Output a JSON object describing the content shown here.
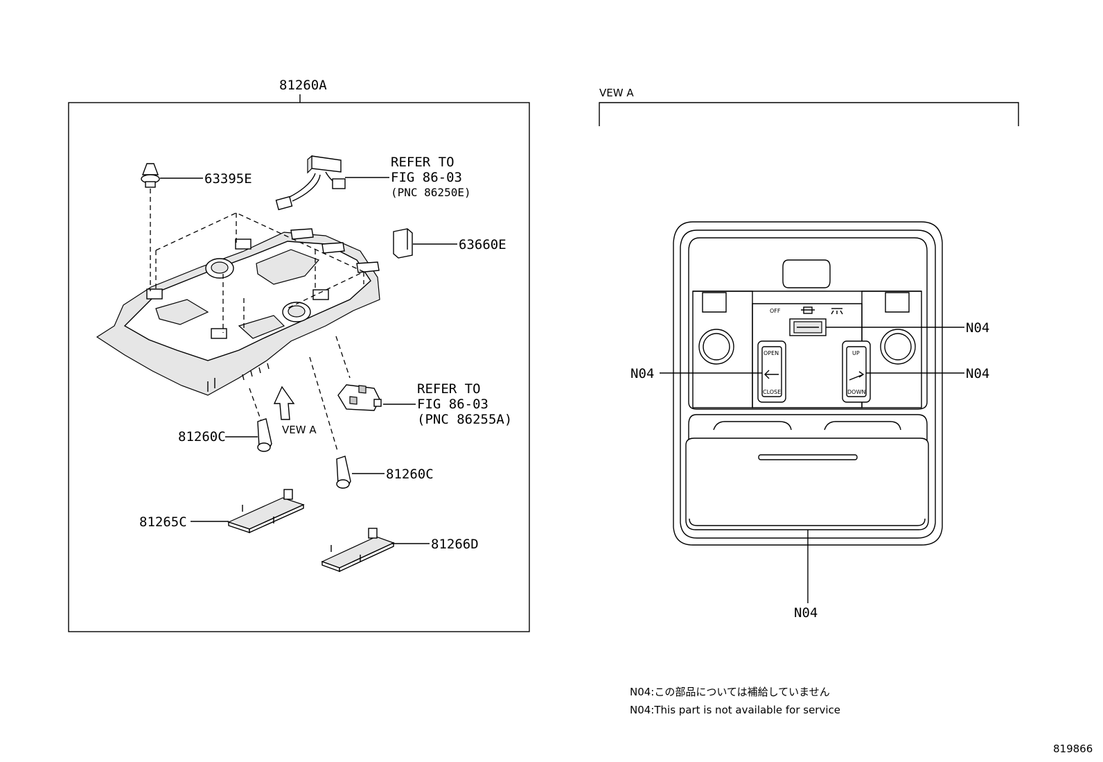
{
  "left_panel": {
    "assembly_label": "81260A",
    "labels": {
      "clip": "63395E",
      "refer1_line1": "REFER TO",
      "refer1_line2": "FIG 86-03",
      "refer1_line3": "(PNC 86250E)",
      "plug": "63660E",
      "refer2_line1": "REFER TO",
      "refer2_line2": "FIG 86-03",
      "refer2_line3": "(PNC 86255A)",
      "bulb_left": "81260C",
      "view_a": "VEW A",
      "bulb_right": "81260C",
      "lens_left": "81265C",
      "lens_right": "81266D"
    }
  },
  "right_panel": {
    "title": "VEW A",
    "labels": {
      "n04_top": "N04",
      "n04_left": "N04",
      "n04_right": "N04",
      "n04_bottom": "N04"
    },
    "switch_text": {
      "off": "OFF",
      "open": "OPEN",
      "close": "CLOSE",
      "up": "UP",
      "down": "DOWN"
    }
  },
  "notes": {
    "jp": "N04:この部品については補給していません",
    "en": "N04:This part is not available for service"
  },
  "figure_number": "819866"
}
